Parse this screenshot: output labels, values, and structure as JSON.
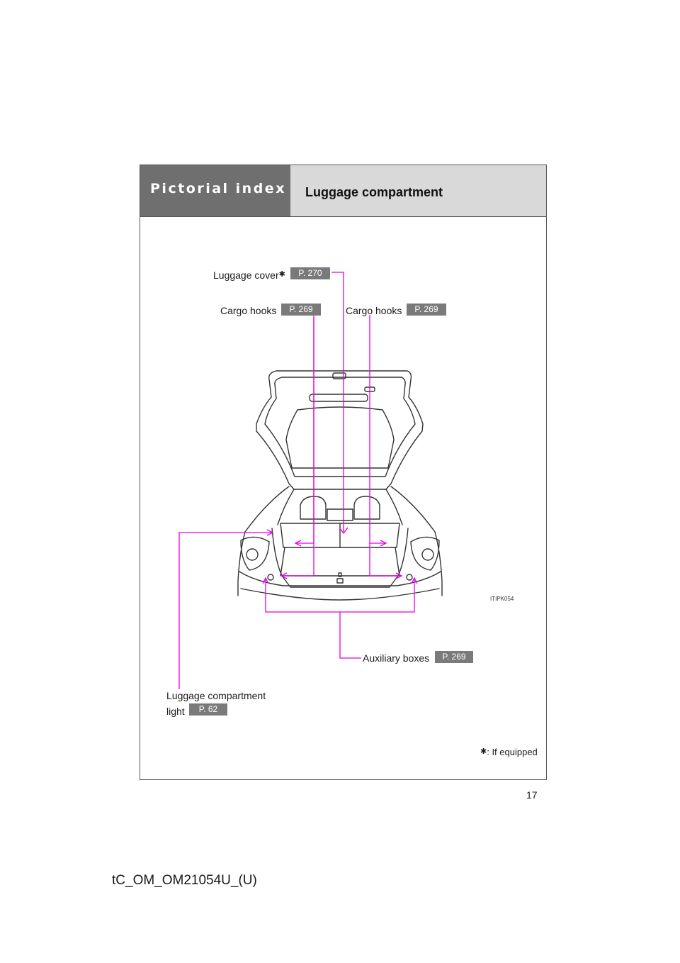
{
  "header": {
    "section": "Pictorial index",
    "title": "Luggage compartment"
  },
  "callouts": {
    "luggage_cover": {
      "label": "Luggage cover",
      "mark": "✱",
      "page": "P. 270"
    },
    "cargo_hooks_left": {
      "label": "Cargo hooks",
      "page": "P. 269"
    },
    "cargo_hooks_right": {
      "label": "Cargo hooks",
      "page": "P. 269"
    },
    "auxiliary_boxes": {
      "label": "Auxiliary boxes",
      "page": "P. 269"
    },
    "compartment_light": {
      "label_line1": "Luggage compartment",
      "label_line2": "light",
      "page": "P. 62"
    }
  },
  "illustration": {
    "code": "ITIPK054",
    "callout_color": "#e600e6"
  },
  "footnote": {
    "mark": "✱",
    "text": ": If equipped"
  },
  "footer": {
    "page_number": "17",
    "doc_code": "tC_OM_OM21054U_(U)"
  }
}
